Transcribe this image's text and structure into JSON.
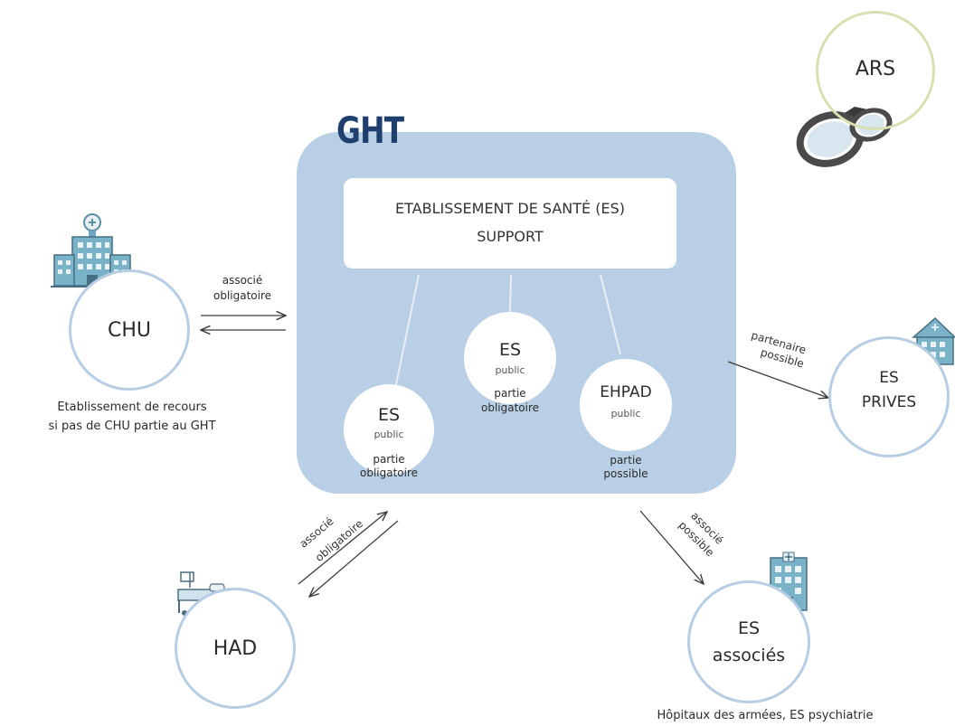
{
  "ght": {
    "title": "GHT",
    "support_line1": "ETABLISSEMENT DE SANTÉ (ES)",
    "support_line2": "SUPPORT",
    "es_left": {
      "title": "ES",
      "sub": "public",
      "cap1": "partie",
      "cap2": "obligatoire"
    },
    "es_center": {
      "title": "ES",
      "sub": "public",
      "cap1": "partie",
      "cap2": "obligatoire"
    },
    "ehpad": {
      "title": "EHPAD",
      "sub": "public",
      "cap1": "partie",
      "cap2": "possible"
    }
  },
  "ars": {
    "label": "ARS"
  },
  "chu": {
    "label": "CHU",
    "link1": "associé",
    "link2": "obligatoire",
    "caption1": "Etablissement de recours",
    "caption2": "si pas de CHU partie au GHT"
  },
  "had": {
    "label": "HAD",
    "link1": "associé",
    "link2": "obligatoire"
  },
  "es_associes": {
    "label1": "ES",
    "label2": "associés",
    "link1": "associé",
    "link2": "possible",
    "caption": "Hôpitaux des armées, ES psychiatrie"
  },
  "es_prives": {
    "label1": "ES",
    "label2": "PRIVES",
    "link1": "partenaire",
    "link2": "possible"
  },
  "colors": {
    "ght_fill": "#b9cfe5",
    "ght_title": "#1f3f6e",
    "circle_border": "#b7cde3",
    "ars_border": "#d9dfb3",
    "icon_blue": "#7ab3c8",
    "arrow": "#3c3c3c"
  }
}
